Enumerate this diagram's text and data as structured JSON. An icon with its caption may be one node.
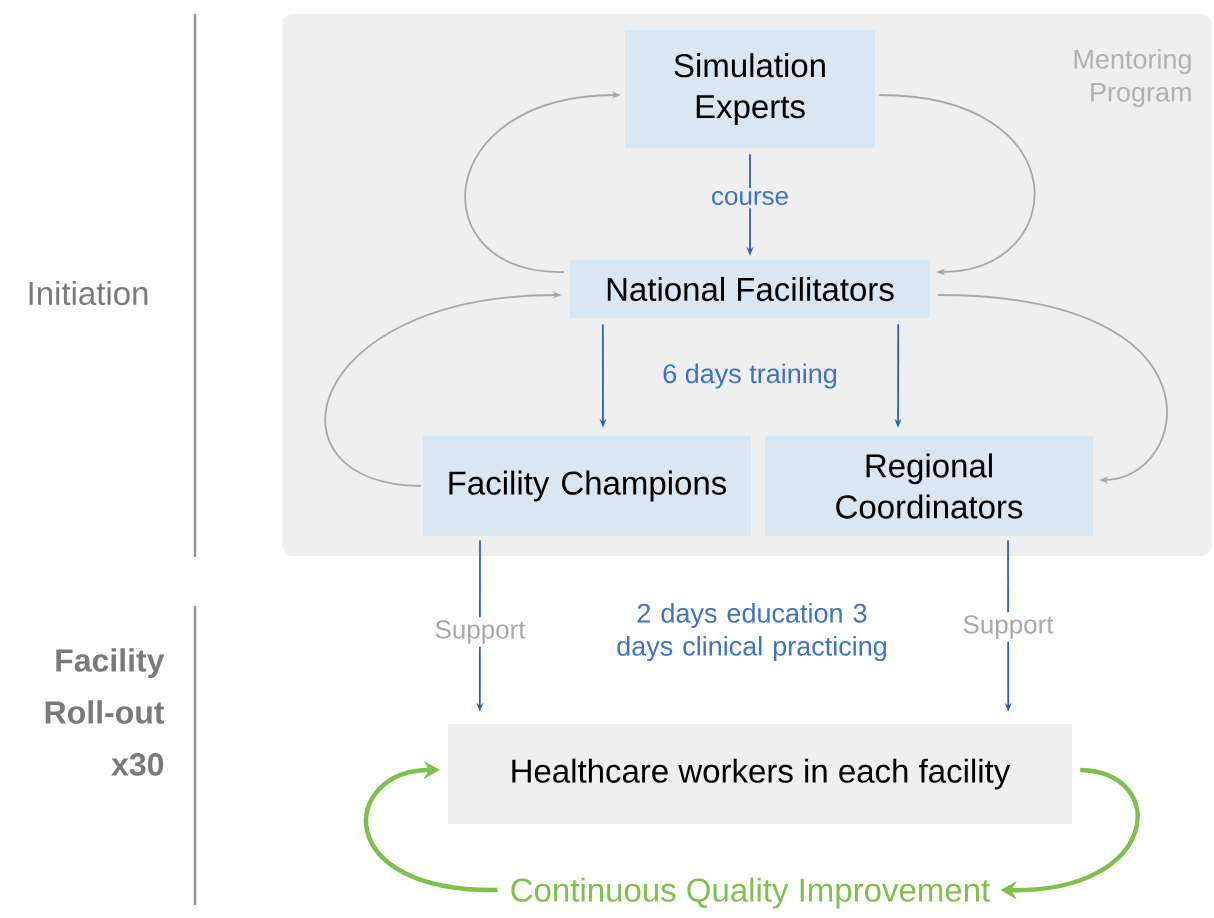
{
  "diagram": {
    "nodes": [
      {
        "text": [
          "Mentoring Program"
        ]
      },
      {
        "text": [
          "Simulation Experts"
        ],
        "in": 0
      },
      {
        "text": [
          "National Facilitators"
        ],
        "in": 0
      },
      {
        "text": [
          "Facility Champions"
        ],
        "in": 0
      },
      {
        "text": [
          "Regional Coordinators"
        ],
        "in": 0
      },
      {
        "text": [
          "Healthcare workers in each facility"
        ]
      },
      {
        "text": [
          "Continuous Quality Improvement"
        ]
      }
    ],
    "edges": [
      {
        "from": 1,
        "to": 2,
        "arrow": "to",
        "label": "course"
      },
      {
        "from": 2,
        "to": 1,
        "arrow": "to",
        "color": "#a8a8a8"
      },
      {
        "from": 1,
        "to": 2,
        "arrow": "to",
        "color": "#a8a8a8"
      },
      {
        "from": 2,
        "to": 3,
        "arrow": "to"
      },
      {
        "from": 2,
        "to": 4,
        "arrow": "to"
      },
      {
        "from": 3,
        "to": 2,
        "arrow": "to",
        "color": "#a8a8a8"
      },
      {
        "from": 2,
        "to": 4,
        "arrow": "to",
        "color": "#a8a8a8"
      },
      {
        "from": 3,
        "to": 5,
        "arrow": "to",
        "label": "Support"
      },
      {
        "from": 4,
        "to": 5,
        "arrow": "to",
        "label": "Support"
      },
      {
        "from": 6,
        "to": 5,
        "arrow": "to",
        "style": "thick",
        "color": "#7dc04a"
      },
      {
        "from": 5,
        "to": 6,
        "arrow": "to",
        "style": "thick",
        "color": "#7dc04a"
      }
    ],
    "labels": [
      "Initiation",
      "Facility Roll-out x30",
      "6 days training",
      "2 days education 3 days clinical practicing"
    ]
  }
}
